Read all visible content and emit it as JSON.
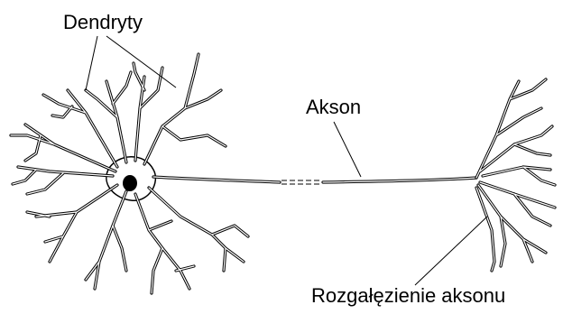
{
  "labels": {
    "dendrites": "Dendryty",
    "axon": "Akson",
    "axon_branching": "Rozgałęzienie aksonu"
  },
  "colors": {
    "line": "#000000",
    "background": "#ffffff",
    "nucleus": "#000000"
  }
}
